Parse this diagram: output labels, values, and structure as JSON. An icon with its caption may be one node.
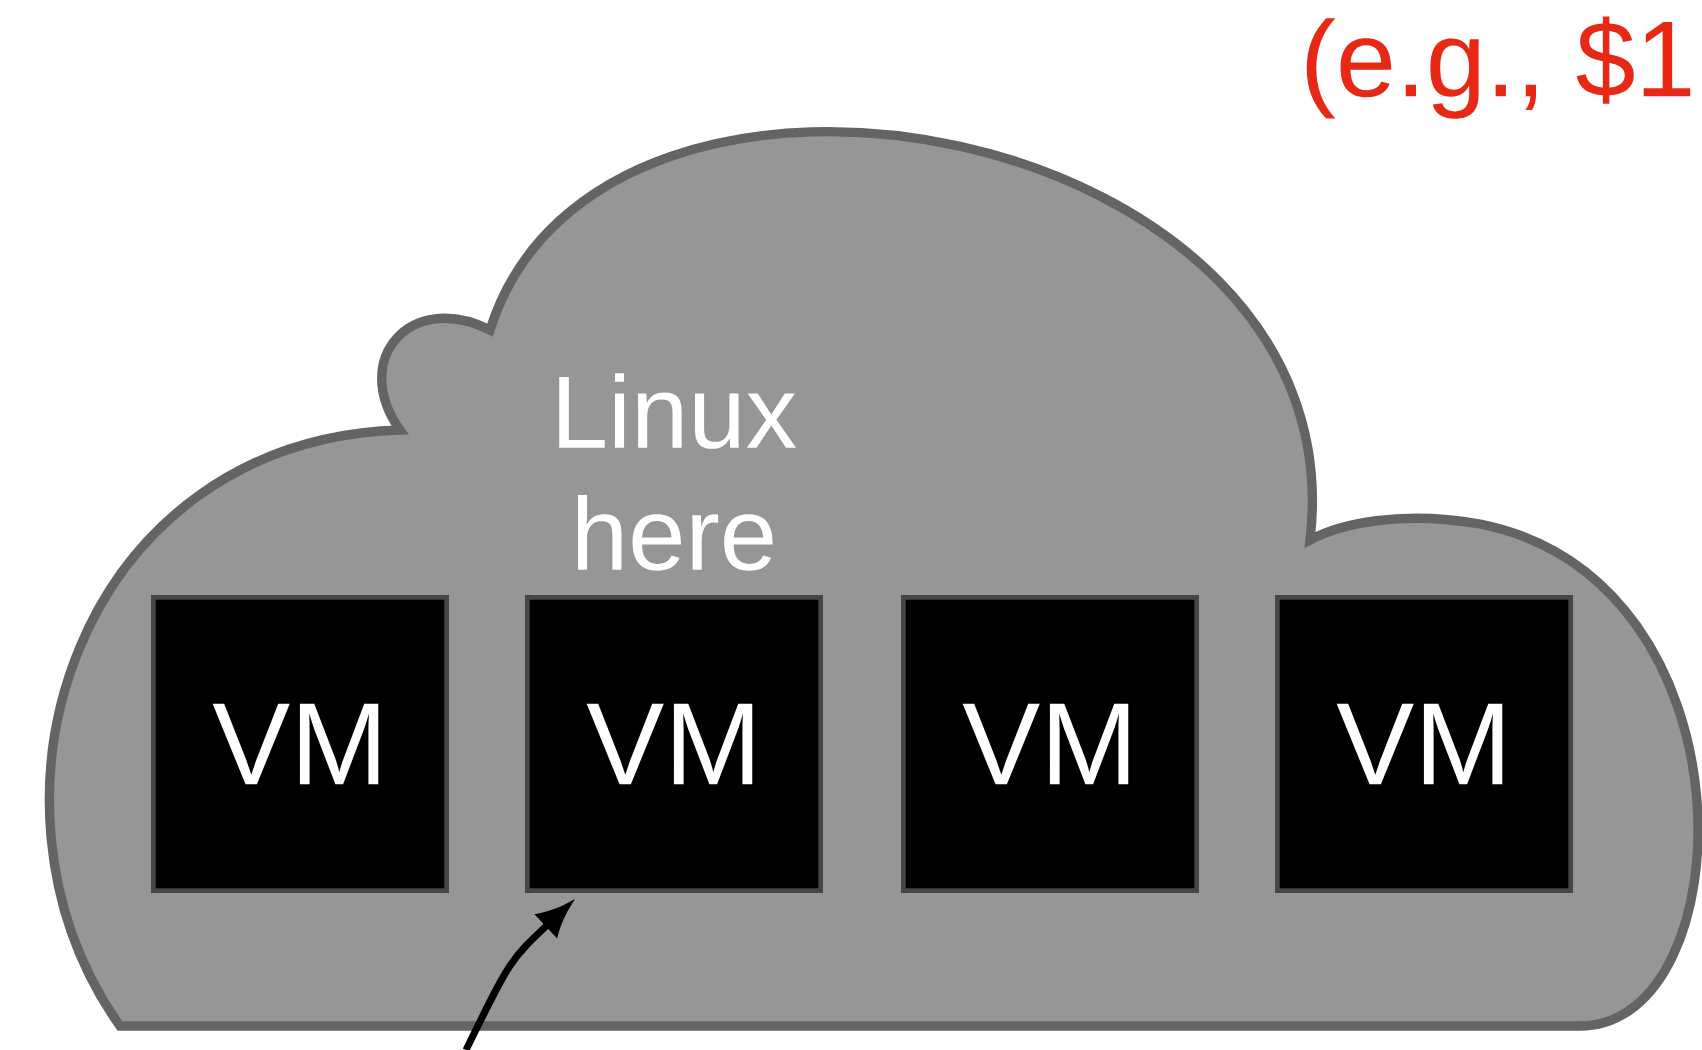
{
  "diagram": {
    "nodes": [
      {
        "text": [],
        "shape": "cloud"
      },
      {
        "text": [
          "VM"
        ],
        "in": 0
      },
      {
        "text": [
          "VM"
        ],
        "in": 0,
        "beside": [
          "Linux here"
        ]
      },
      {
        "text": [
          "VM"
        ],
        "in": 0
      },
      {
        "text": [
          "VM"
        ],
        "in": 0
      }
    ],
    "edges": [
      {
        "from": null,
        "to": 2,
        "arrow": "to"
      }
    ],
    "labels": [
      "(e.g., $1"
    ]
  }
}
